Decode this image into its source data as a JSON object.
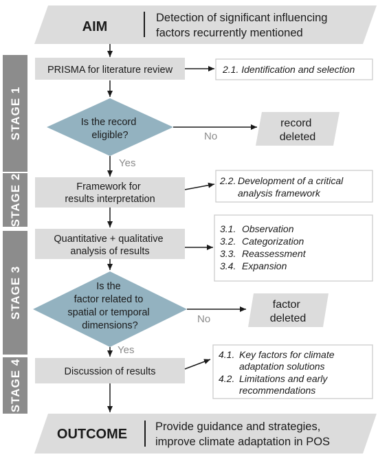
{
  "aim": {
    "label": "AIM",
    "text_lines": [
      "Detection of significant influencing",
      "factors recurrently mentioned"
    ]
  },
  "outcome": {
    "label": "OUTCOME",
    "text_lines": [
      "Provide guidance and strategies,",
      "improve climate adaptation in POS"
    ]
  },
  "stages": [
    "STAGE 1",
    "STAGE 2",
    "STAGE 3",
    "STAGE 4"
  ],
  "steps": {
    "prisma": "PRISMA for literature review",
    "framework": [
      "Framework for",
      "results interpretation"
    ],
    "analysis": [
      "Quantitative + qualitative",
      "analysis of results"
    ],
    "discussion": "Discussion of results"
  },
  "decisions": {
    "eligible": [
      "Is the record",
      "eligible?"
    ],
    "factor": [
      "Is the",
      "factor related to",
      "spatial or temporal",
      "dimensions?"
    ]
  },
  "branches": {
    "no": "No",
    "yes": "Yes"
  },
  "deleted": {
    "record": [
      "record",
      "deleted"
    ],
    "factor": [
      "factor",
      "deleted"
    ]
  },
  "notes": {
    "identification": "2.1. Identification and selection",
    "critical": {
      "num": "2.2.",
      "lines": [
        "Development of a critical",
        "analysis framework"
      ]
    },
    "stage3": [
      {
        "num": "3.1.",
        "text": "Observation"
      },
      {
        "num": "3.2.",
        "text": "Categorization"
      },
      {
        "num": "3.3.",
        "text": "Reassessment"
      },
      {
        "num": "3.4.",
        "text": "Expansion"
      }
    ],
    "stage4": [
      {
        "num": "4.1.",
        "lines": [
          "Key factors for climate",
          "adaptation solutions"
        ]
      },
      {
        "num": "4.2.",
        "lines": [
          "Limitations and early",
          "recommendations"
        ]
      }
    ]
  },
  "colors": {
    "gray_box": "#dcdcdc",
    "stage_bar": "#8c8c8c",
    "diamond": "#93b2c0",
    "note_border": "#c8c8c8",
    "label_gray": "#8a8a8a"
  }
}
